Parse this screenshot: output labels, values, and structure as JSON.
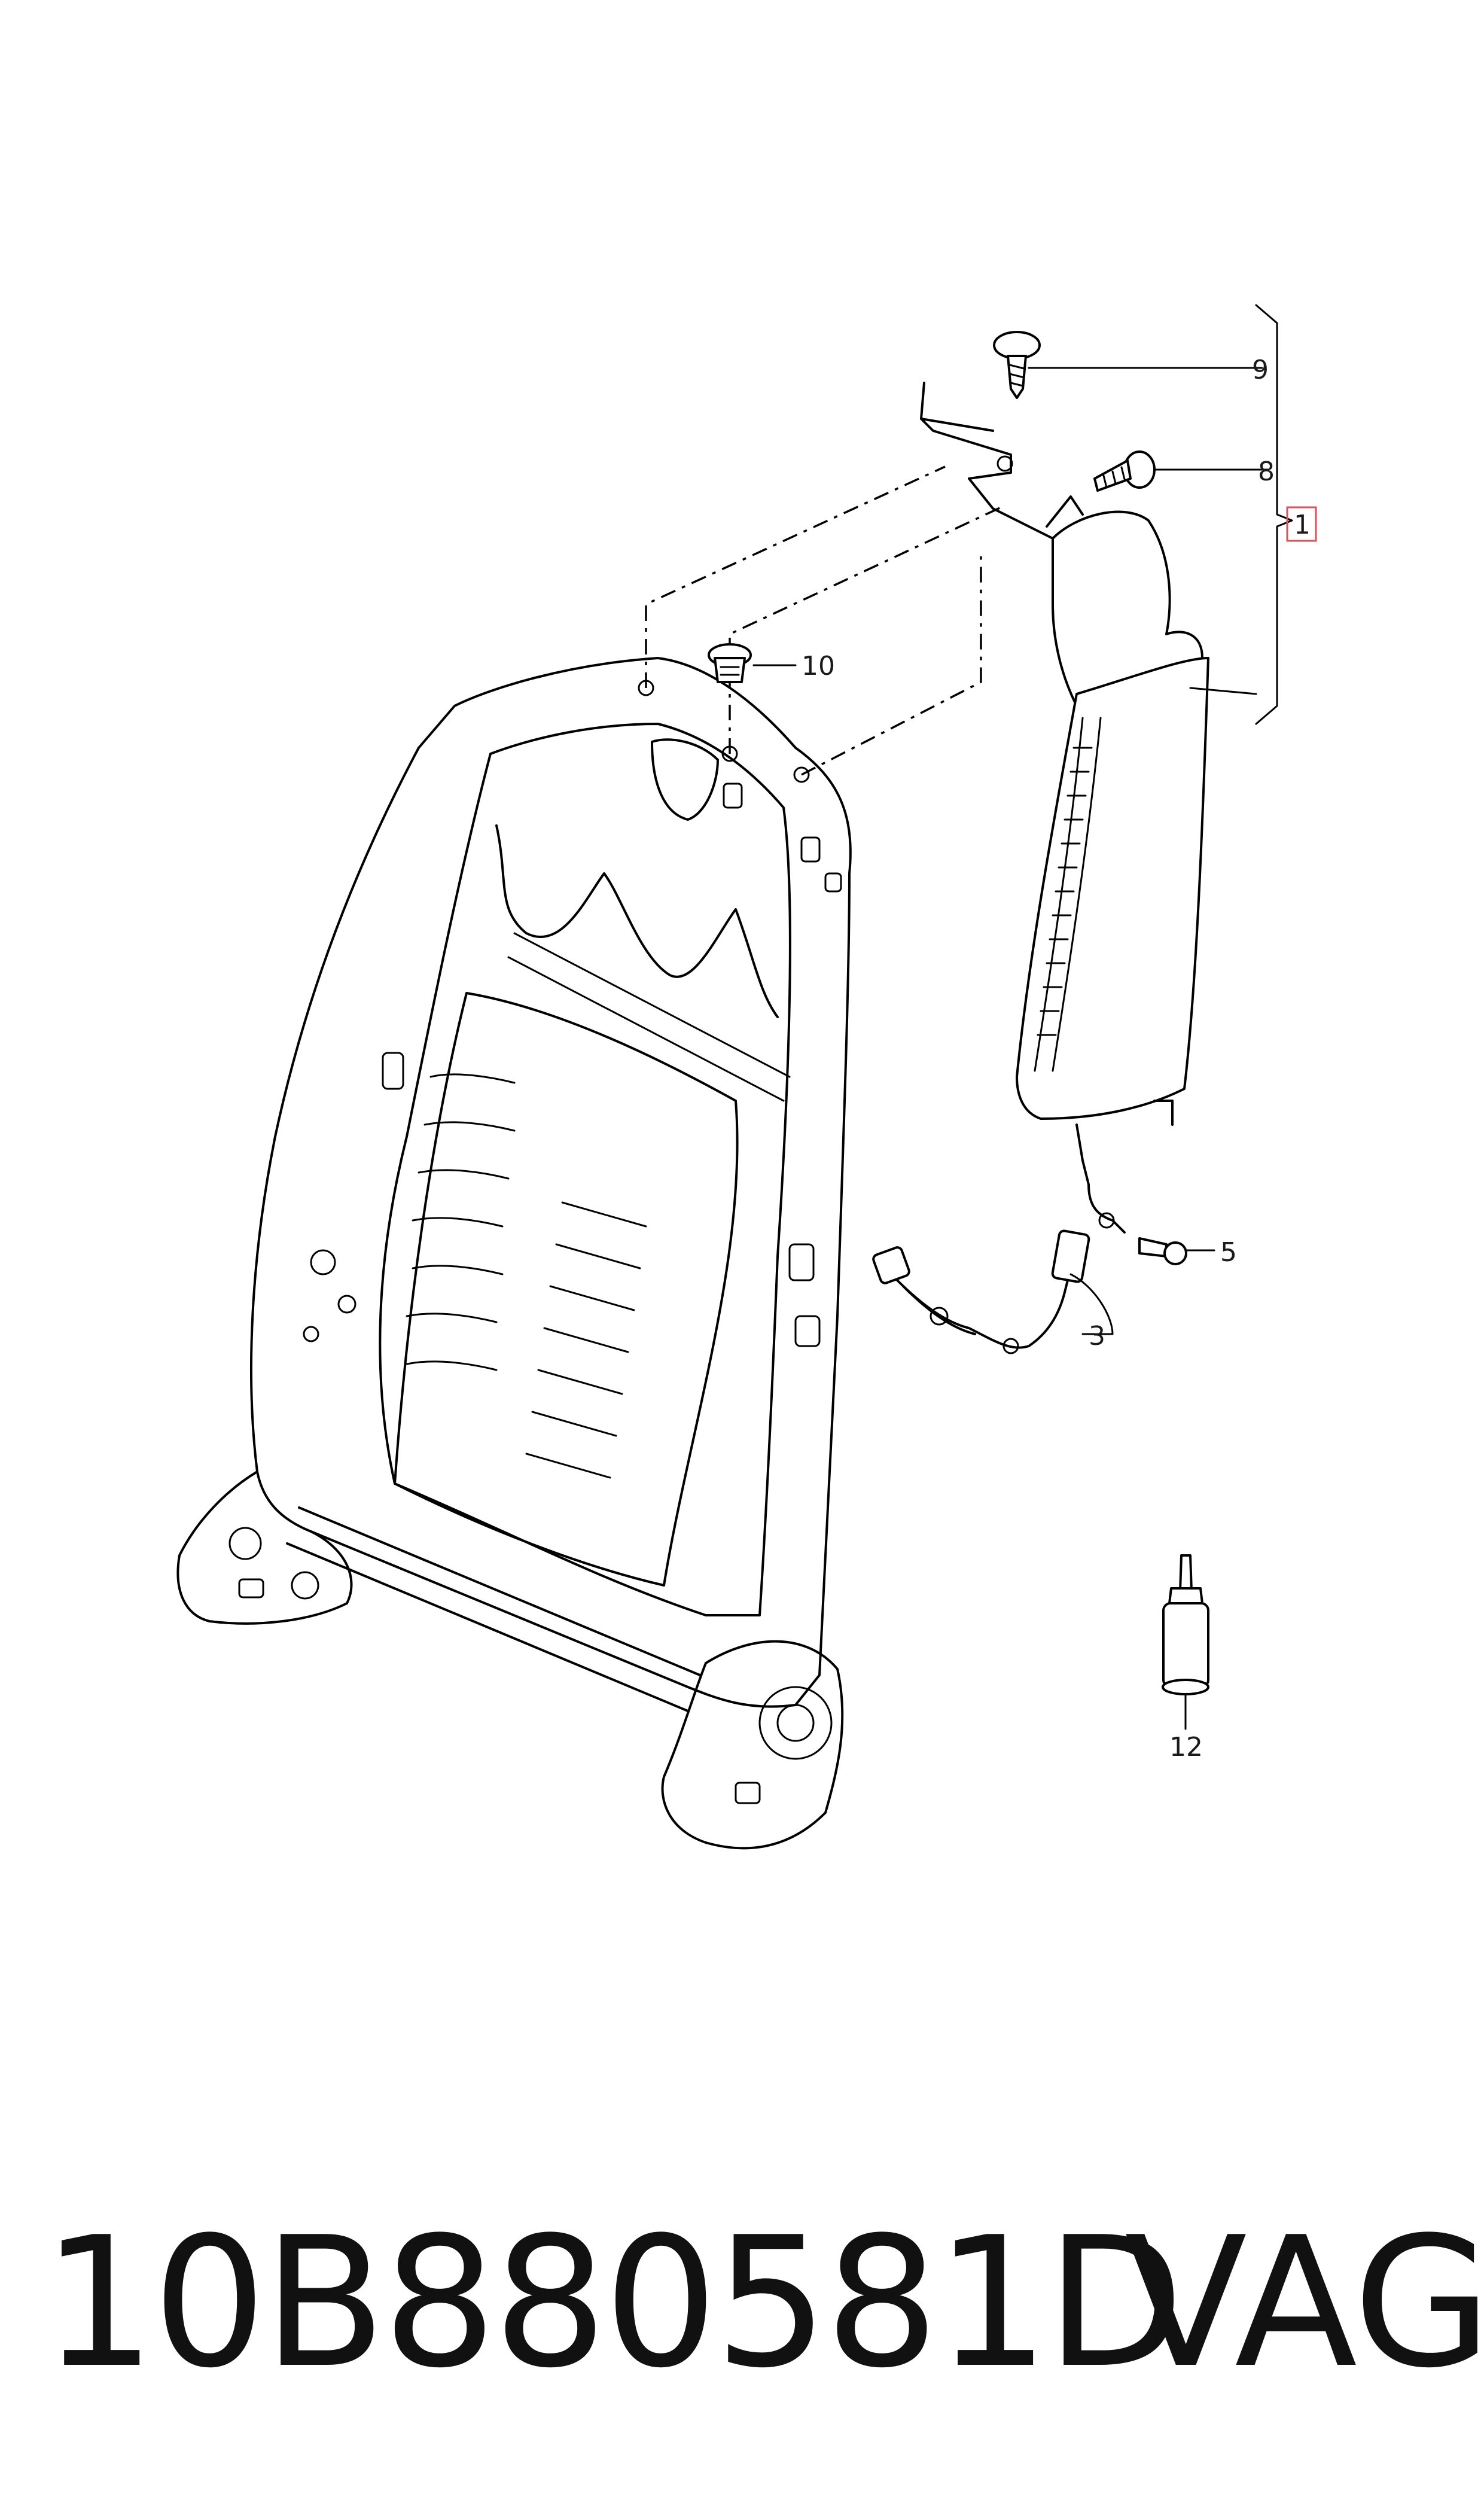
{
  "callouts": {
    "c1": "1",
    "c3": "3",
    "c5": "5",
    "c8": "8",
    "c9": "9",
    "c10": "10",
    "c12": "12"
  },
  "colors": {
    "line": "#000000",
    "highlight_box": "#e0505a",
    "background": "#ffffff"
  },
  "footer": {
    "part_number": "10B880581D",
    "brand": "VAG"
  }
}
